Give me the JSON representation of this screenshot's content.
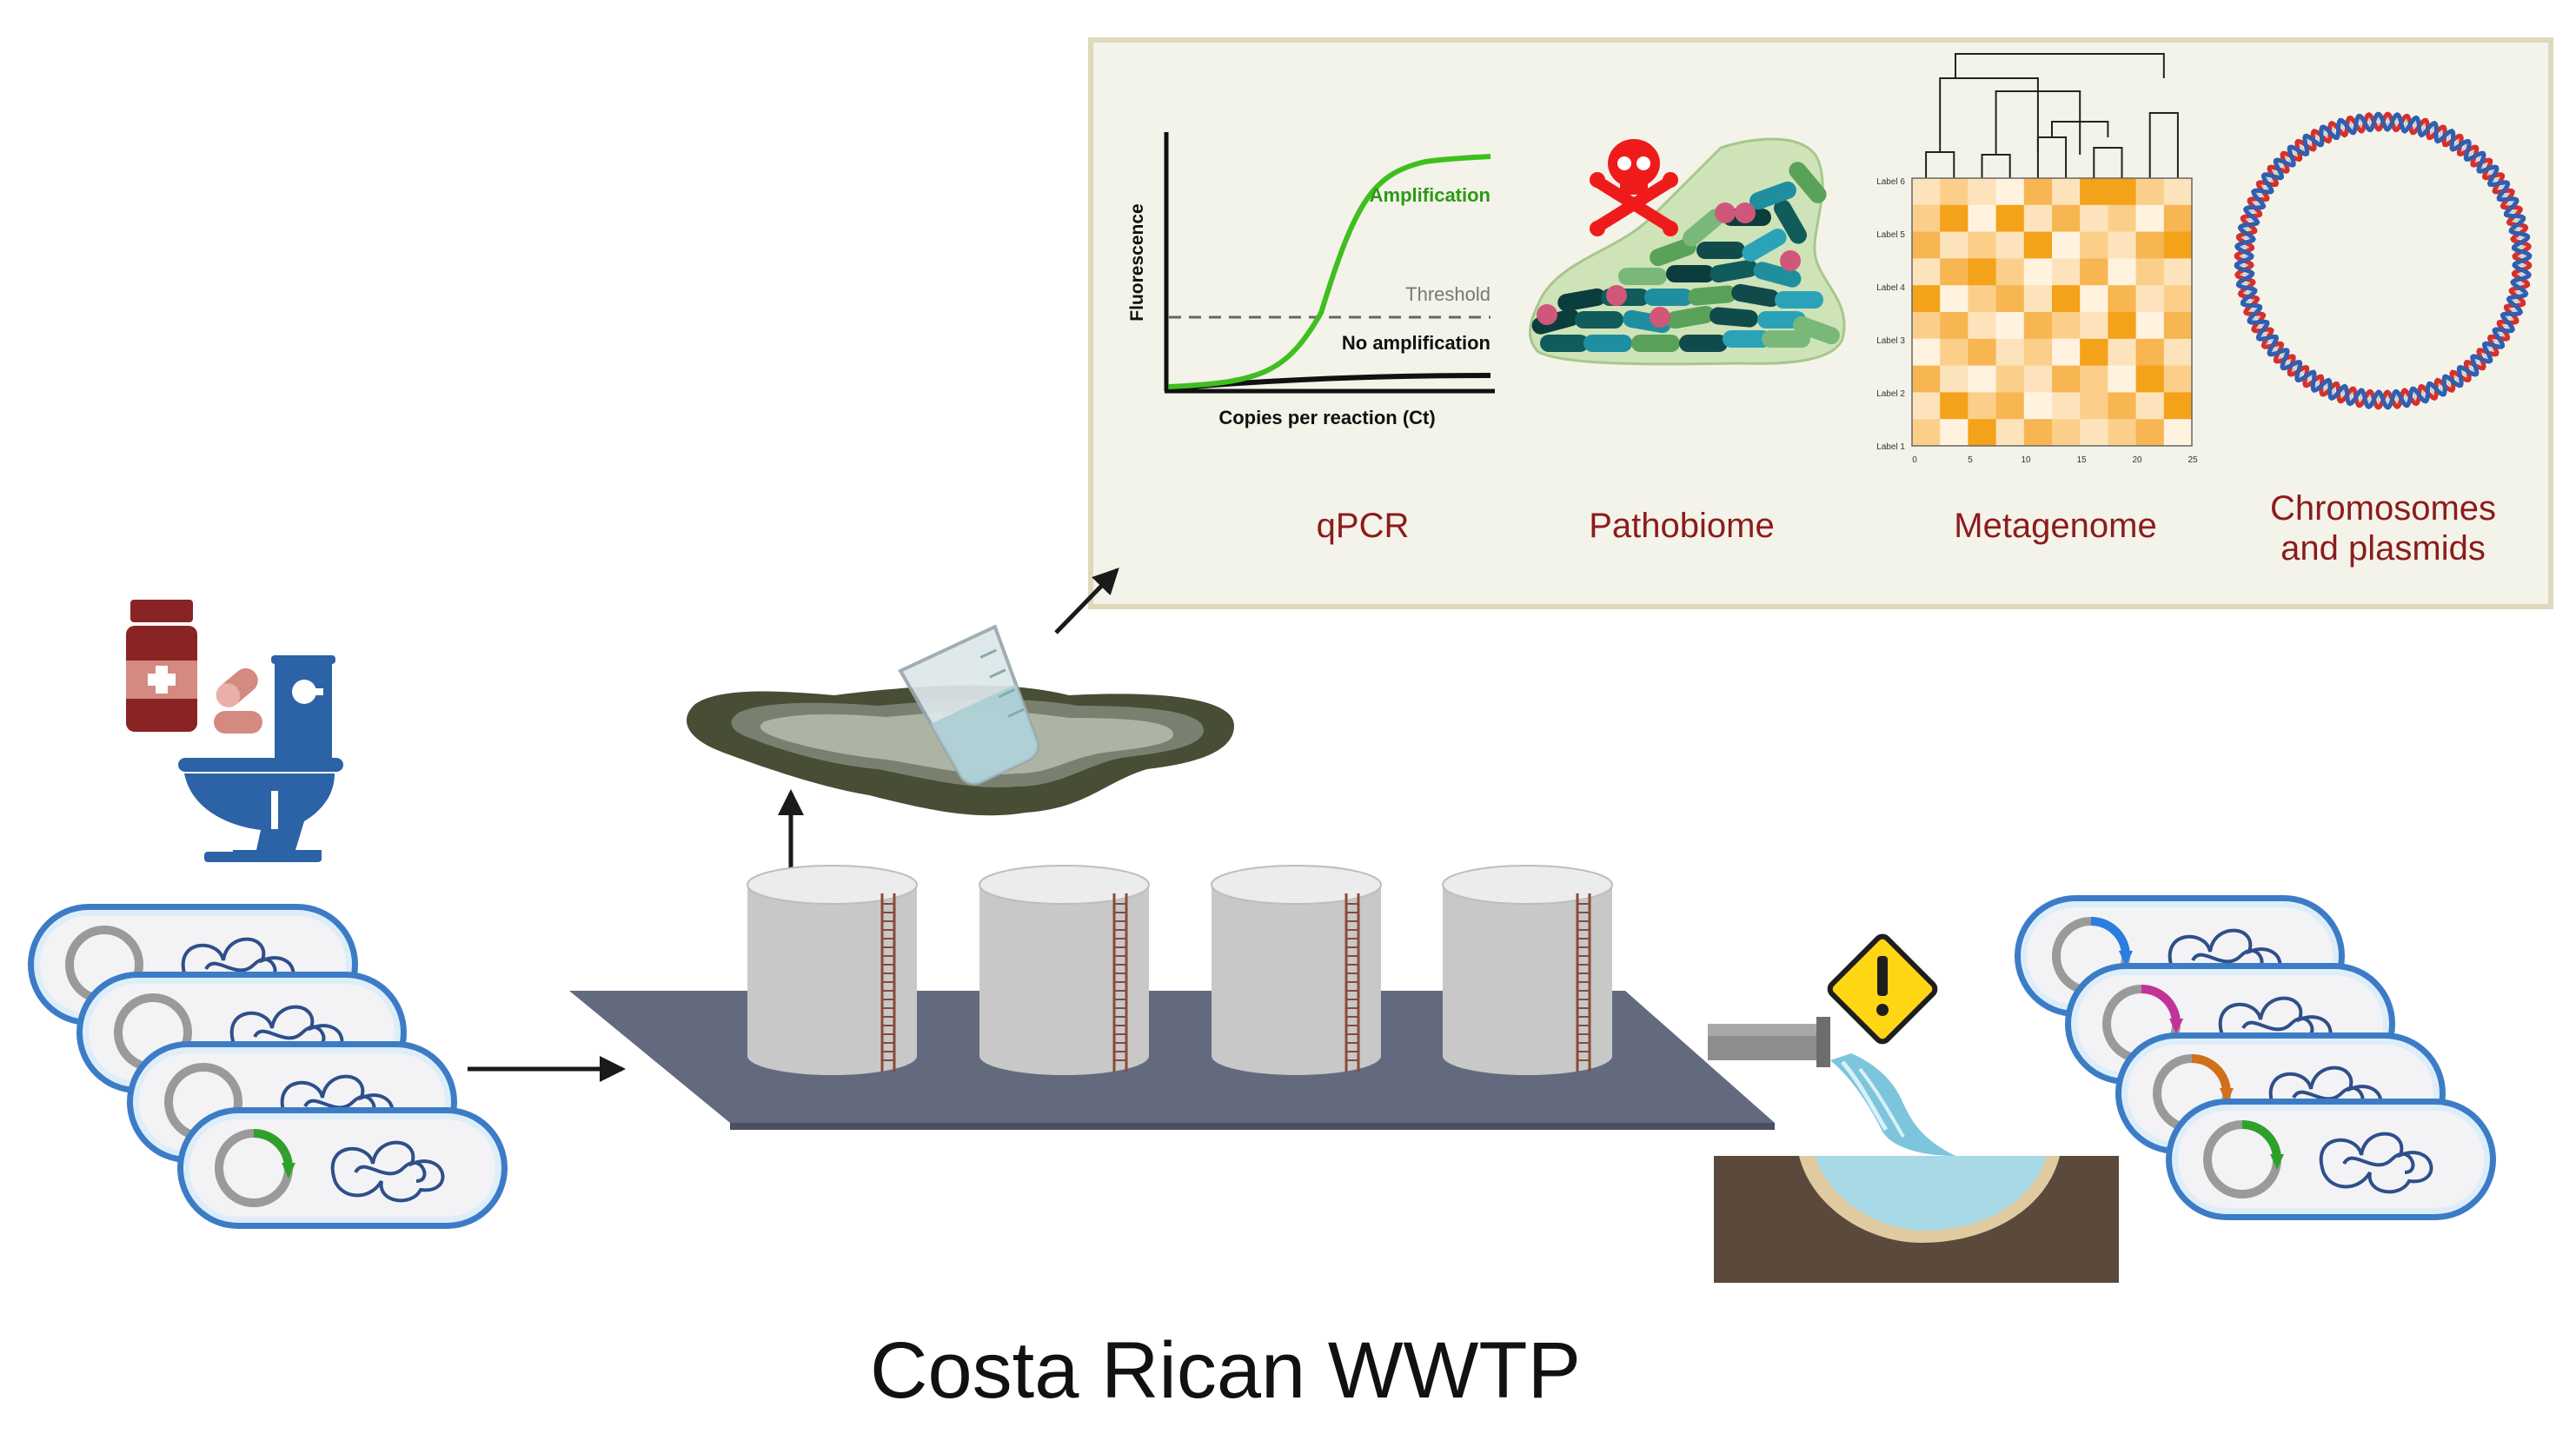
{
  "title": "Costa Rican WWTP",
  "panel": {
    "qpcr": {
      "label": "qPCR",
      "y_axis": "Fluorescence",
      "x_axis": "Copies per reaction (Ct)",
      "curve_amp": "Amplification",
      "curve_threshold": "Threshold",
      "curve_noamp": "No amplification"
    },
    "pathobiome": {
      "label": "Pathobiome"
    },
    "metagenome": {
      "label": "Metagenome",
      "row_labels": [
        "Label 6",
        "Label 5",
        "Label 4",
        "Label 3",
        "Label 2",
        "Label 1"
      ],
      "x_ticks": [
        "0",
        "5",
        "10",
        "15",
        "20",
        "25"
      ]
    },
    "chromosomes": {
      "label_line1": "Chromosomes",
      "label_line2": "and plasmids"
    }
  },
  "colors": {
    "accent_label": "#8b1c1c",
    "amp_green": "#3fbf1f",
    "tank_platform": "#646a7e",
    "panel_bg": "#f4f3ea",
    "panel_border": "#ded9bd",
    "heat_dark": "#f3a21a",
    "heat_light": "#fde8c4"
  },
  "plasmid_colors_left": [
    "#9a9a9a",
    "#9a9a9a",
    "#9a9a9a",
    "#2fa02a"
  ],
  "plasmid_colors_right": [
    "#2a7de1",
    "#c2339a",
    "#d1701a",
    "#2fa02a"
  ],
  "icons": [
    "medicine-bottle-icon",
    "pills-icon",
    "toilet-icon",
    "bacteria-cell-icon",
    "tank-icon",
    "sludge-icon",
    "beaker-icon",
    "warning-icon",
    "pipe-icon",
    "skull-crossbones-icon",
    "dna-helix-icon"
  ]
}
